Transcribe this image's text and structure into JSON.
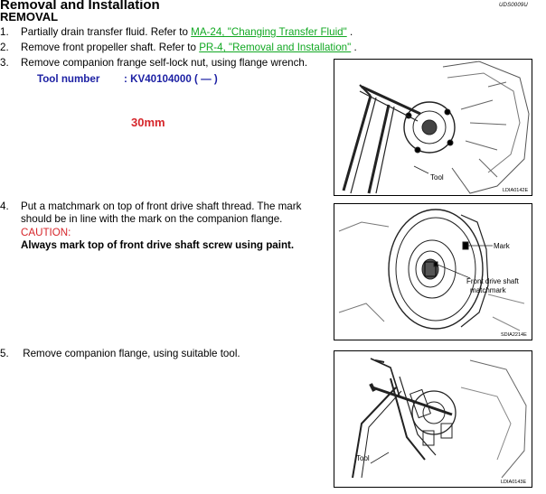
{
  "header": {
    "title": "Removal and Installation",
    "doc_id": "UDS0009U",
    "section": "REMOVAL"
  },
  "steps": [
    {
      "num": "1.",
      "text": "Partially drain transfer fluid. Refer to ",
      "link": "MA-24, \"Changing Transfer Fluid\"",
      "end": " ."
    },
    {
      "num": "2.",
      "text": "Remove front propeller shaft. Refer to ",
      "link": "PR-4, \"Removal and Installation\"",
      "end": " ."
    },
    {
      "num": "3.",
      "text": "Remove companion frange self-lock nut, using flange wrench."
    },
    {
      "num": "4.",
      "line1": "Put a matchmark on top of front drive shaft thread. The mark",
      "line2": "should be in line with the mark on the companion flange."
    },
    {
      "num": "5.",
      "text": " Remove companion flange, using suitable tool."
    }
  ],
  "tool": {
    "label": "Tool number",
    "value": ": KV40104000 (   —   )"
  },
  "wrench_size": "30mm",
  "caution": {
    "label": "CAUTION:",
    "text": "Always mark top of front drive shaft screw using paint."
  },
  "figures": [
    {
      "labels": [
        "Tool"
      ],
      "id": "LDIA0142E"
    },
    {
      "labels": [
        "Mark",
        "Front drive shaft",
        "matchmark"
      ],
      "id": "SDIA2214E"
    },
    {
      "labels": [
        "Tool"
      ],
      "id": "LDIA0143E"
    }
  ]
}
